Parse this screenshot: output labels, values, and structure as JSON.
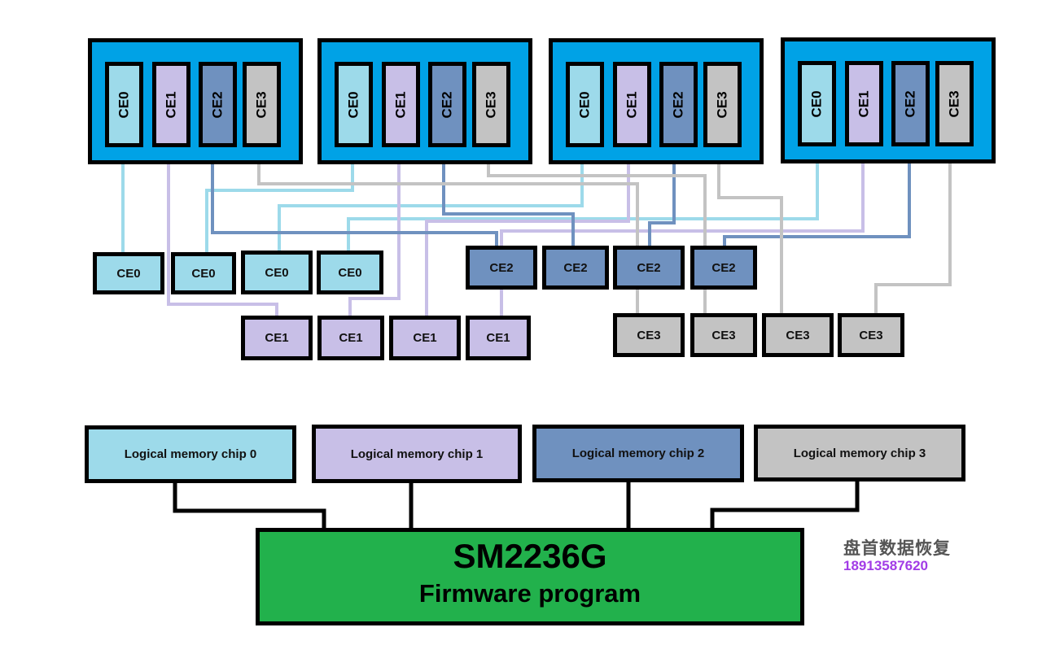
{
  "colors": {
    "ce0": "#9ddaea",
    "ce1": "#c8bfe7",
    "ce2": "#6f91bf",
    "ce3": "#c3c3c3",
    "package": "#00a2e6",
    "controller": "#22b14c",
    "wire_black": "#000000"
  },
  "packages": [
    {
      "dies": [
        "CE0",
        "CE1",
        "CE2",
        "CE3"
      ]
    },
    {
      "dies": [
        "CE0",
        "CE1",
        "CE2",
        "CE3"
      ]
    },
    {
      "dies": [
        "CE0",
        "CE1",
        "CE2",
        "CE3"
      ]
    },
    {
      "dies": [
        "CE0",
        "CE1",
        "CE2",
        "CE3"
      ]
    }
  ],
  "ce_groups": {
    "ce0": [
      "CE0",
      "CE0",
      "CE0",
      "CE0"
    ],
    "ce1": [
      "CE1",
      "CE1",
      "CE1",
      "CE1"
    ],
    "ce2": [
      "CE2",
      "CE2",
      "CE2",
      "CE2"
    ],
    "ce3": [
      "CE3",
      "CE3",
      "CE3",
      "CE3"
    ]
  },
  "logical_chips": [
    "Logical memory chip 0",
    "Logical memory chip 1",
    "Logical memory chip 2",
    "Logical memory chip 3"
  ],
  "controller": {
    "model": "SM2236G",
    "subtitle": "Firmware program"
  },
  "watermark": {
    "name": "盘首数据恢复",
    "phone": "18913587620"
  }
}
